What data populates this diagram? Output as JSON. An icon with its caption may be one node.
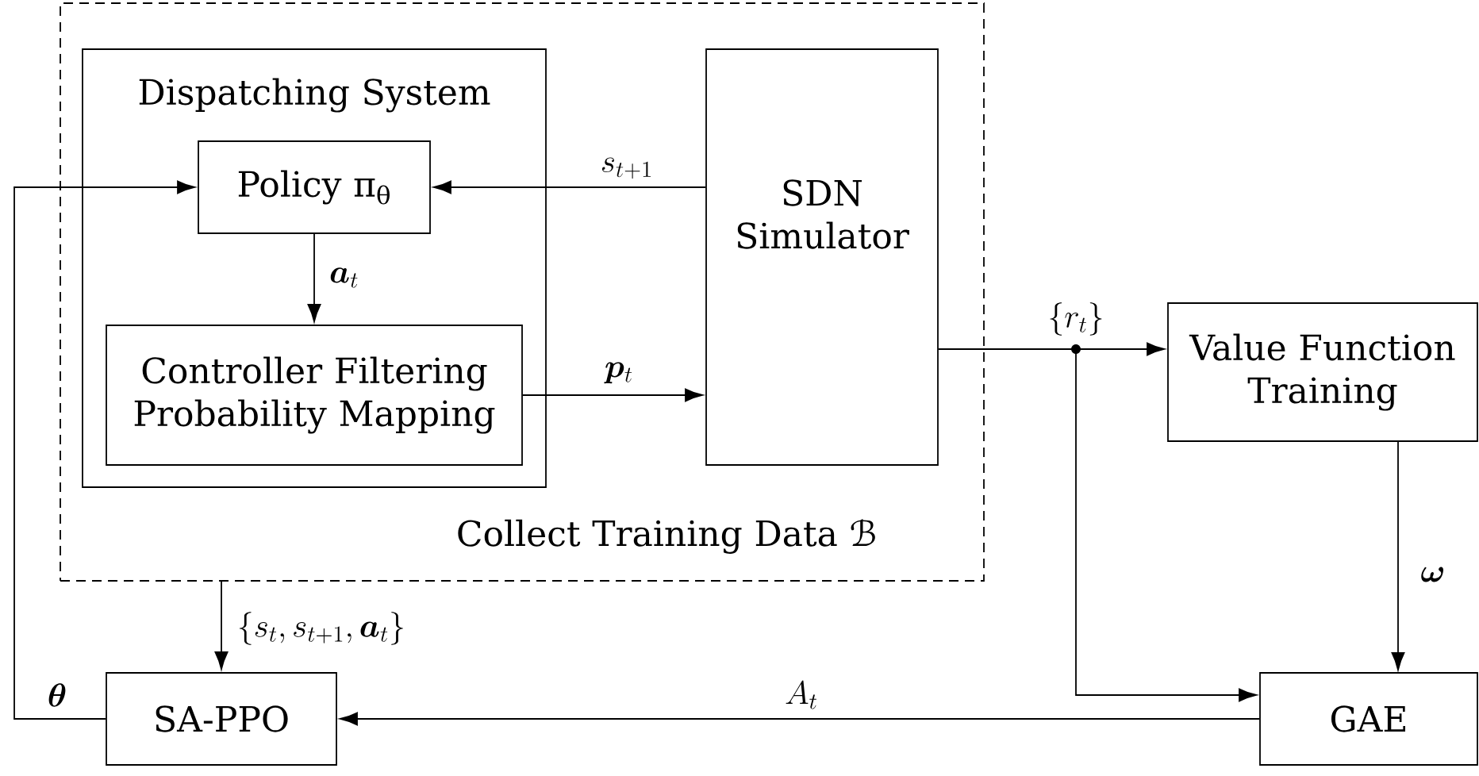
{
  "diagram": {
    "nodes": [
      {
        "text": [
          "Collect Training Data ℬ"
        ]
      },
      {
        "text": [
          "Dispatching System"
        ],
        "in": 0
      },
      {
        "text": [
          "Policy π$_{θ}$"
        ],
        "in": 1
      },
      {
        "text": [
          "Controller Filtering Probability Mapping"
        ],
        "in": 1
      },
      {
        "text": [
          "SDN Simulator"
        ],
        "in": 0
      },
      {
        "text": [
          "Value Function Training"
        ]
      },
      {
        "text": [
          "SA-PPO"
        ]
      },
      {
        "text": [
          "GAE"
        ]
      }
    ],
    "edges": [
      {
        "from": 2,
        "to": 3,
        "arrow": "to",
        "label": "\\boldsymbol{a}_t"
      },
      {
        "from": 3,
        "to": 4,
        "arrow": "to",
        "label": "\\boldsymbol{p}_t"
      },
      {
        "from": 4,
        "to": 2,
        "arrow": "to",
        "label": "s_{t+1}"
      },
      {
        "from": 4,
        "to": 5,
        "arrow": "to",
        "label": "\\{r_t\\}"
      },
      {
        "from": 4,
        "to": 7,
        "arrow": "to"
      },
      {
        "from": 0,
        "to": 6,
        "arrow": "to",
        "label": "\\{s_t, s_{t+1}, \\boldsymbol{a}_t\\}"
      },
      {
        "from": 5,
        "to": 7,
        "arrow": "to",
        "label": "\\boldsymbol{\\omega}"
      },
      {
        "from": 7,
        "to": 6,
        "arrow": "to",
        "label": "A_t"
      },
      {
        "from": 6,
        "to": 2,
        "arrow": "to",
        "label": "\\boldsymbol{\\theta}"
      }
    ]
  }
}
